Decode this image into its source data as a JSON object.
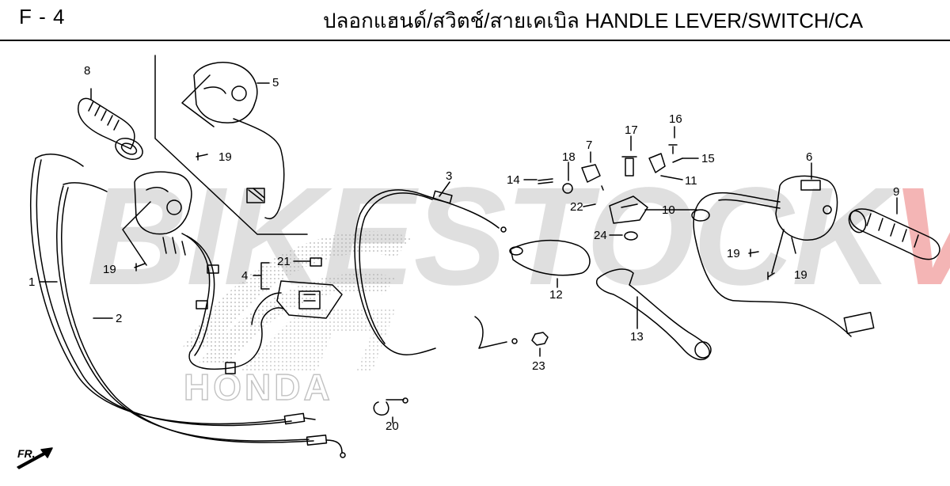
{
  "header": {
    "code": "F - 4",
    "title": "ปลอกแฮนด์/สวิตช์/สายเคเบิล  HANDLE LEVER/SWITCH/CA"
  },
  "watermark": {
    "part1": "BIKESTOCK",
    "part2": "VN"
  },
  "background_logo": {
    "text": "HONDA"
  },
  "direction": {
    "text": "FR."
  },
  "callouts": {
    "c1": "1",
    "c2": "2",
    "c3": "3",
    "c4": "4",
    "c5": "5",
    "c6": "6",
    "c7": "7",
    "c8": "8",
    "c9": "9",
    "c10": "10",
    "c11": "11",
    "c12": "12",
    "c13": "13",
    "c14": "14",
    "c15": "15",
    "c16": "16",
    "c17": "17",
    "c18": "18",
    "c19a": "19",
    "c19b": "19",
    "c19c": "19",
    "c19d": "19",
    "c20": "20",
    "c21": "21",
    "c22": "22",
    "c23": "23",
    "c24": "24"
  },
  "colors": {
    "line": "#000000",
    "watermark_gray": "#969696",
    "watermark_red": "#e44646"
  }
}
